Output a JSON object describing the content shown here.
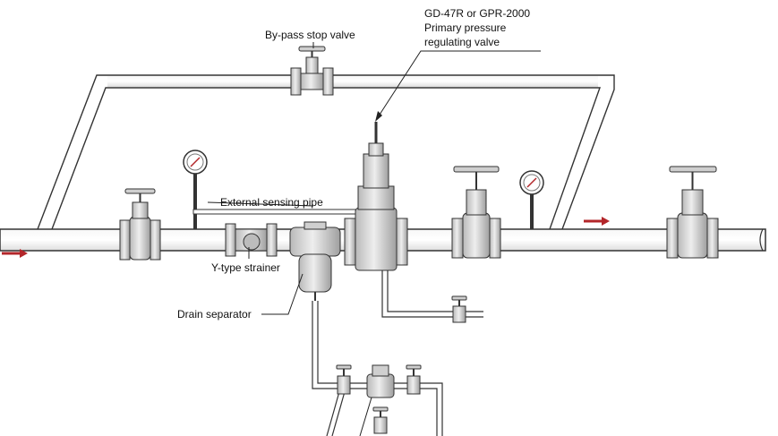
{
  "labels": {
    "model_line1": "GD-47R or GPR-2000",
    "model_line2": "Primary pressure",
    "model_line3": "regulating valve",
    "bypass_valve": "By-pass stop valve",
    "sensing_pipe": "External sensing pipe",
    "strainer": "Y-type strainer",
    "separator": "Drain separator"
  },
  "colors": {
    "flow_arrow": "#b3262a",
    "pipe_stroke": "#333333",
    "pipe_fill": "#f4f4f4",
    "component_fill": "#dcdcdc",
    "background": "#ffffff"
  },
  "icons": {
    "flow_in": "arrow-right",
    "flow_out": "arrow-right",
    "gauge": "pressure-gauge"
  }
}
